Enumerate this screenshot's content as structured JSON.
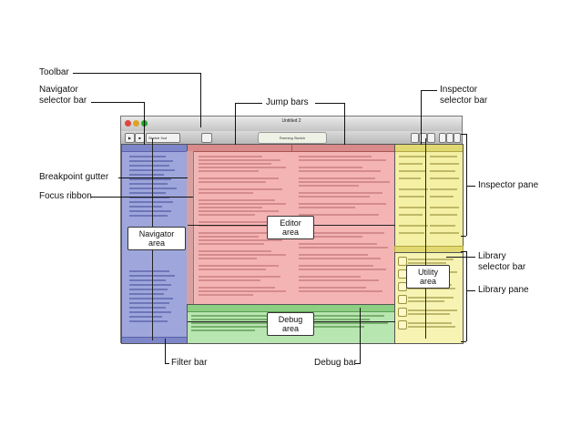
{
  "window": {
    "title": "Untitled 2",
    "activity_status": "Running Sketch",
    "scheme": "Sketch Xcd"
  },
  "callouts": {
    "toolbar": "Toolbar",
    "navigator_selector_bar": "Navigator selector bar",
    "jump_bars": "Jump bars",
    "inspector_selector_bar": "Inspector selector bar",
    "breakpoint_gutter": "Breakpoint gutter",
    "focus_ribbon": "Focus ribbon",
    "inspector_pane": "Inspector pane",
    "library_selector_bar": "Library selector bar",
    "library_pane": "Library pane",
    "filter_bar": "Filter bar",
    "debug_bar": "Debug bar"
  },
  "area_labels": {
    "navigator": "Navigator area",
    "editor": "Editor area",
    "debug": "Debug area",
    "utility": "Utility area"
  },
  "colors": {
    "navigator": "#9ea6dc",
    "editor": "#f5b4b4",
    "debug": "#b8e6b0",
    "utility": "#f4f0a4"
  }
}
